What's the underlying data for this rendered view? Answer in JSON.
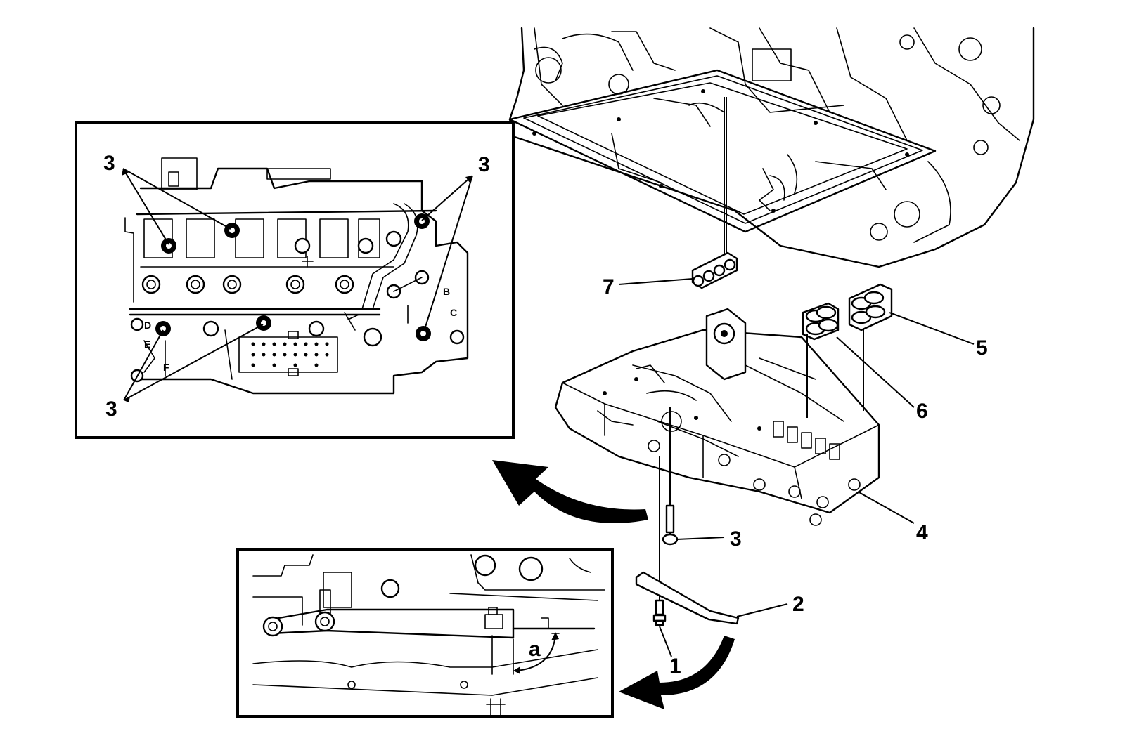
{
  "callouts": {
    "inset_top_left_a": "3",
    "inset_top_right": "3",
    "inset_bottom": "3",
    "bolt_3": "3",
    "label_1": "1",
    "label_2": "2",
    "label_4": "4",
    "label_5": "5",
    "label_6": "6",
    "label_7": "7",
    "angle_a": "a"
  },
  "inset_letters": {
    "B": "B",
    "C": "C",
    "D": "D",
    "E": "E",
    "F": "F"
  }
}
